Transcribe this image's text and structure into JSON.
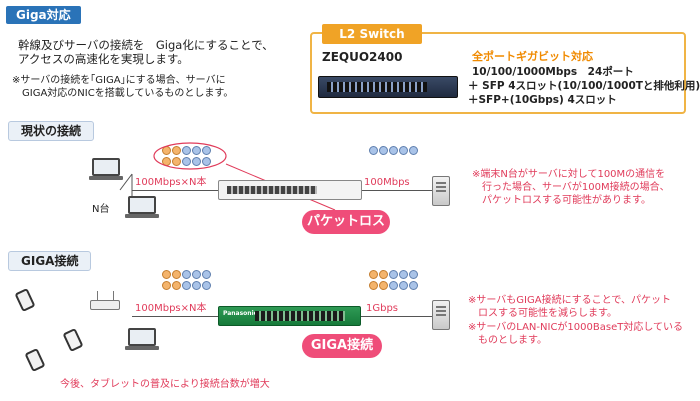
{
  "header": {
    "tag": "Giga対応",
    "intro_line1": "幹線及びサーバの接続を　Giga化にすることで、",
    "intro_line2": "アクセスの高速化を実現します。",
    "note_line1": "※サーバの接続を｢GIGA｣にする場合、サーバに",
    "note_line2": "　GIGA対応のNICを搭載しているものとします。"
  },
  "product": {
    "title": "L2 Switch",
    "model": "ZEQUO2400",
    "headline": "全ポートギガビット対応",
    "spec1": "10/100/1000Mbps　24ポート",
    "spec2": "＋ SFP 4スロット(10/100/1000Tと排他利用)",
    "spec3": "＋SFP+(10Gbps) 4スロット"
  },
  "current": {
    "section": "現状の接続",
    "left_speed": "100Mbps×N本",
    "right_speed": "100Mbps",
    "clients_label": "N台",
    "badge": "パケットロス",
    "note_line1": "※端末N台がサーバに対して100Mの通信を",
    "note_line2": "　行った場合、サーバが100M接続の場合、",
    "note_line3": "　パケットロスする可能性があります。"
  },
  "giga": {
    "section": "GIGA接続",
    "left_speed": "100Mbps×N本",
    "right_speed": "1Gbps",
    "switch_label": "Panasonic",
    "badge": "GIGA接続",
    "note1_line1": "※サーバもGIGA接続にすることで、パケット",
    "note1_line2": "　ロスする可能性を減らします。",
    "note2_line1": "※サーバのLAN-NICが1000BaseT対応している",
    "note2_line2": "　ものとします。",
    "bottom_note": "今後、タブレットの普及により接続台数が増大"
  }
}
